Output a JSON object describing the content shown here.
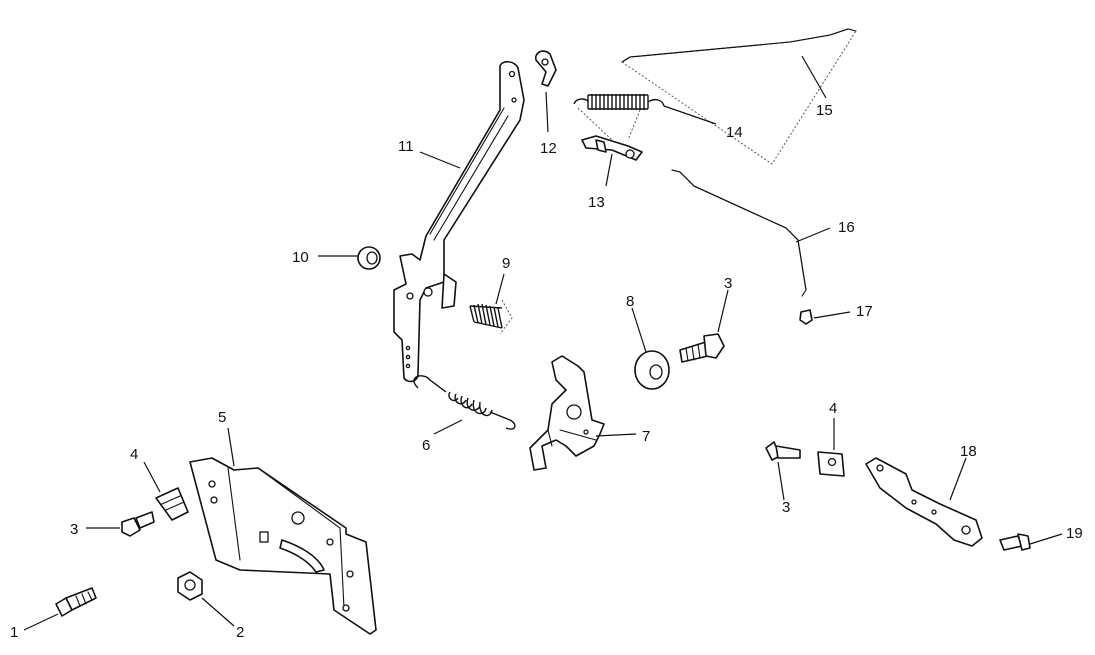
{
  "callouts": {
    "c1": "1",
    "c2": "2",
    "c3a": "3",
    "c3b": "3",
    "c3c": "3",
    "c4a": "4",
    "c4b": "4",
    "c5": "5",
    "c6": "6",
    "c7": "7",
    "c8": "8",
    "c9": "9",
    "c10": "10",
    "c11": "11",
    "c12": "12",
    "c13": "13",
    "c14": "14",
    "c15": "15",
    "c16": "16",
    "c17": "17",
    "c18": "18",
    "c19": "19"
  }
}
